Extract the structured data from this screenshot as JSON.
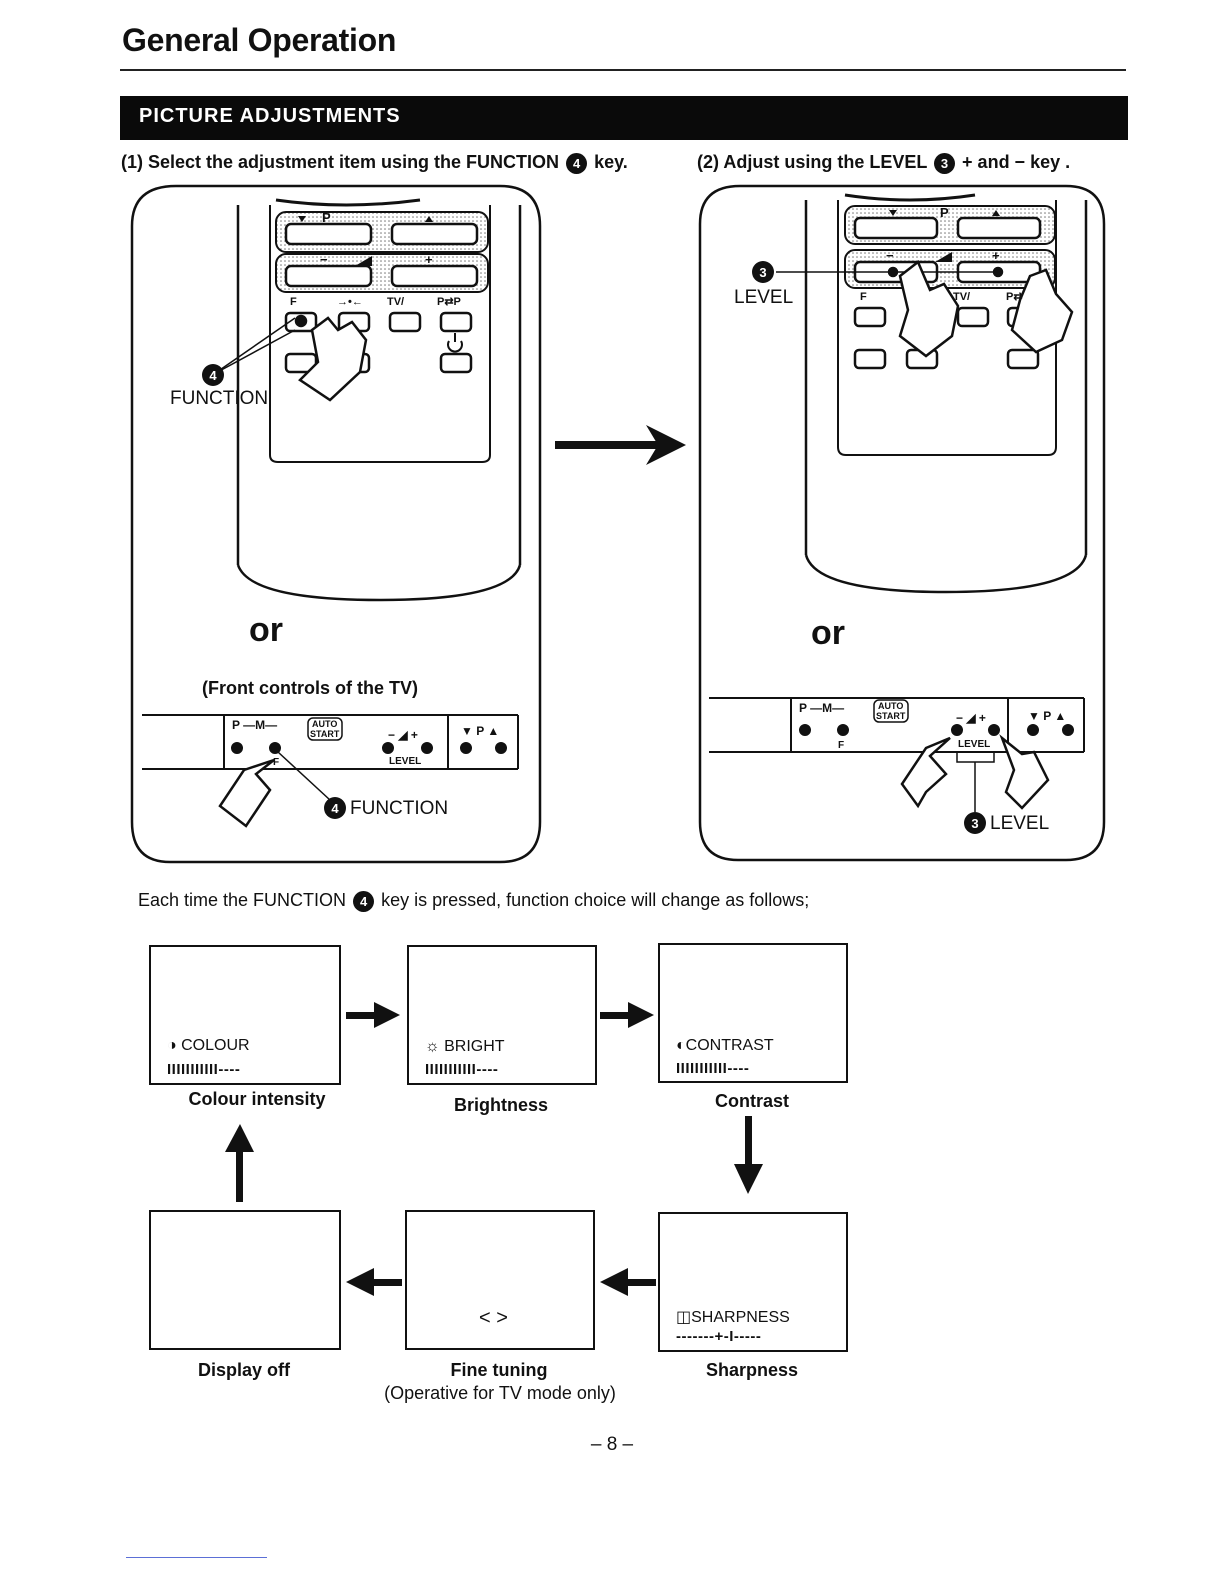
{
  "page_title": "General Operation",
  "section_title": "PICTURE ADJUSTMENTS",
  "steps": {
    "step1": {
      "prefix": "(1) Select the adjustment item using the FUNCTION",
      "num": "4",
      "suffix": "key."
    },
    "step2": {
      "prefix": "(2) Adjust using the LEVEL",
      "num": "3",
      "suffix": "+ and − key ."
    }
  },
  "left_panel": {
    "function_label": "FUNCTION",
    "function_num": "4",
    "or": "or",
    "front_caption": "(Front controls of the TV)",
    "front_function_label": "FUNCTION",
    "front_function_num": "4",
    "remote_labels": {
      "p": "P",
      "ff": "→•←",
      "tv": "TV/",
      "pp": "P⇄P",
      "f": "F"
    },
    "front_labels": {
      "p": "P",
      "m": "M",
      "auto": "AUTO",
      "start": "START",
      "f": "F",
      "level": "LEVEL"
    }
  },
  "right_panel": {
    "level_label": "LEVEL",
    "level_num": "3",
    "or": "or",
    "front_level_label": "LEVEL",
    "front_level_num": "3"
  },
  "sequence_note": {
    "prefix": "Each time the FUNCTION",
    "num": "4",
    "suffix": "key is pressed, function choice will change as follows;"
  },
  "screens": [
    {
      "osd": "COLOUR",
      "bar": "IIIIIIIIIII----",
      "caption": "Colour intensity",
      "icon": "colour-icon"
    },
    {
      "osd": "BRIGHT",
      "bar": "IIIIIIIIIII----",
      "caption": "Brightness",
      "icon": "sun-icon"
    },
    {
      "osd": "CONTRAST",
      "bar": "IIIIIIIIIII----",
      "caption": "Contrast",
      "icon": "contrast-icon"
    },
    {
      "osd": "SHARPNESS",
      "bar": "-------+-I-----",
      "caption": "Sharpness",
      "icon": "sharpness-icon"
    },
    {
      "osd": "< >",
      "caption": "Fine tuning",
      "note": "(Operative for TV mode only)"
    },
    {
      "caption": "Display off"
    }
  ],
  "page_number": "– 8 –"
}
